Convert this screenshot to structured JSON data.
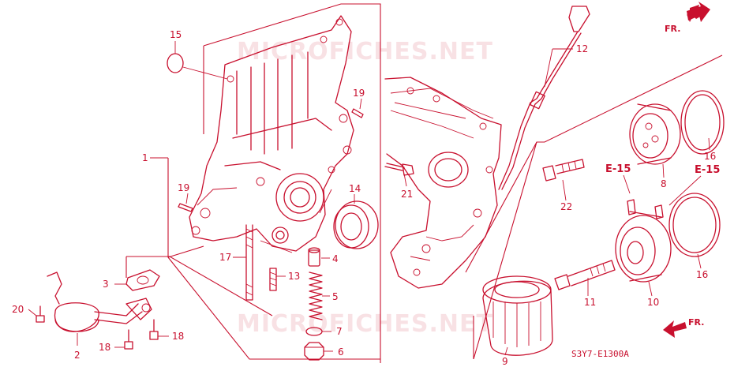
{
  "watermark": "MICROFICHES.NET",
  "diagram_code": "S3Y7-E1300A",
  "direction_label": "FR.",
  "ref_label": "E-15",
  "callouts": [
    "1",
    "2",
    "3",
    "4",
    "5",
    "6",
    "7",
    "8",
    "9",
    "10",
    "11",
    "12",
    "13",
    "14",
    "15",
    "16",
    "17",
    "18",
    "19",
    "20",
    "21",
    "22"
  ],
  "colors": {
    "line": "#c8102e",
    "background": "#ffffff"
  }
}
